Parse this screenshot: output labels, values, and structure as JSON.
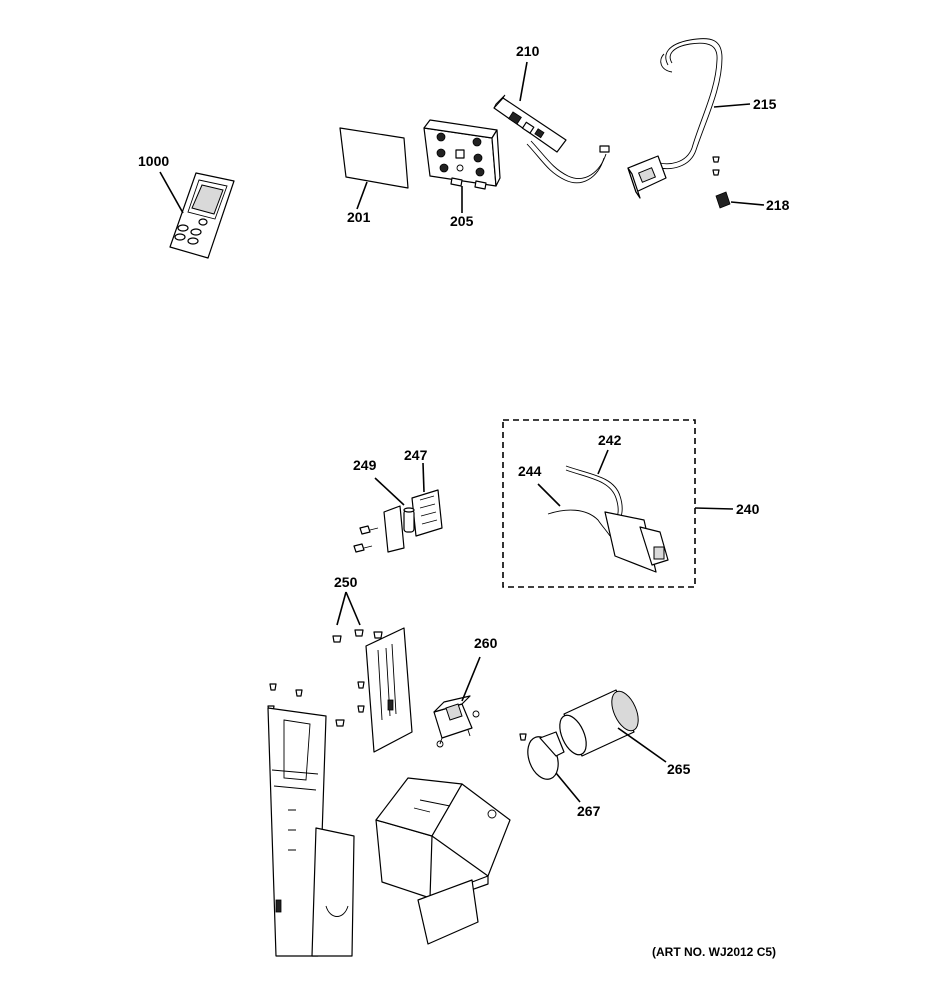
{
  "labels": {
    "p1000": "1000",
    "p201": "201",
    "p205": "205",
    "p210": "210",
    "p215": "215",
    "p218": "218",
    "p240": "240",
    "p242": "242",
    "p244": "244",
    "p247": "247",
    "p249": "249",
    "p250": "250",
    "p260": "260",
    "p265": "265",
    "p267": "267"
  },
  "art_number": "(ART NO. WJ2012 C5)"
}
